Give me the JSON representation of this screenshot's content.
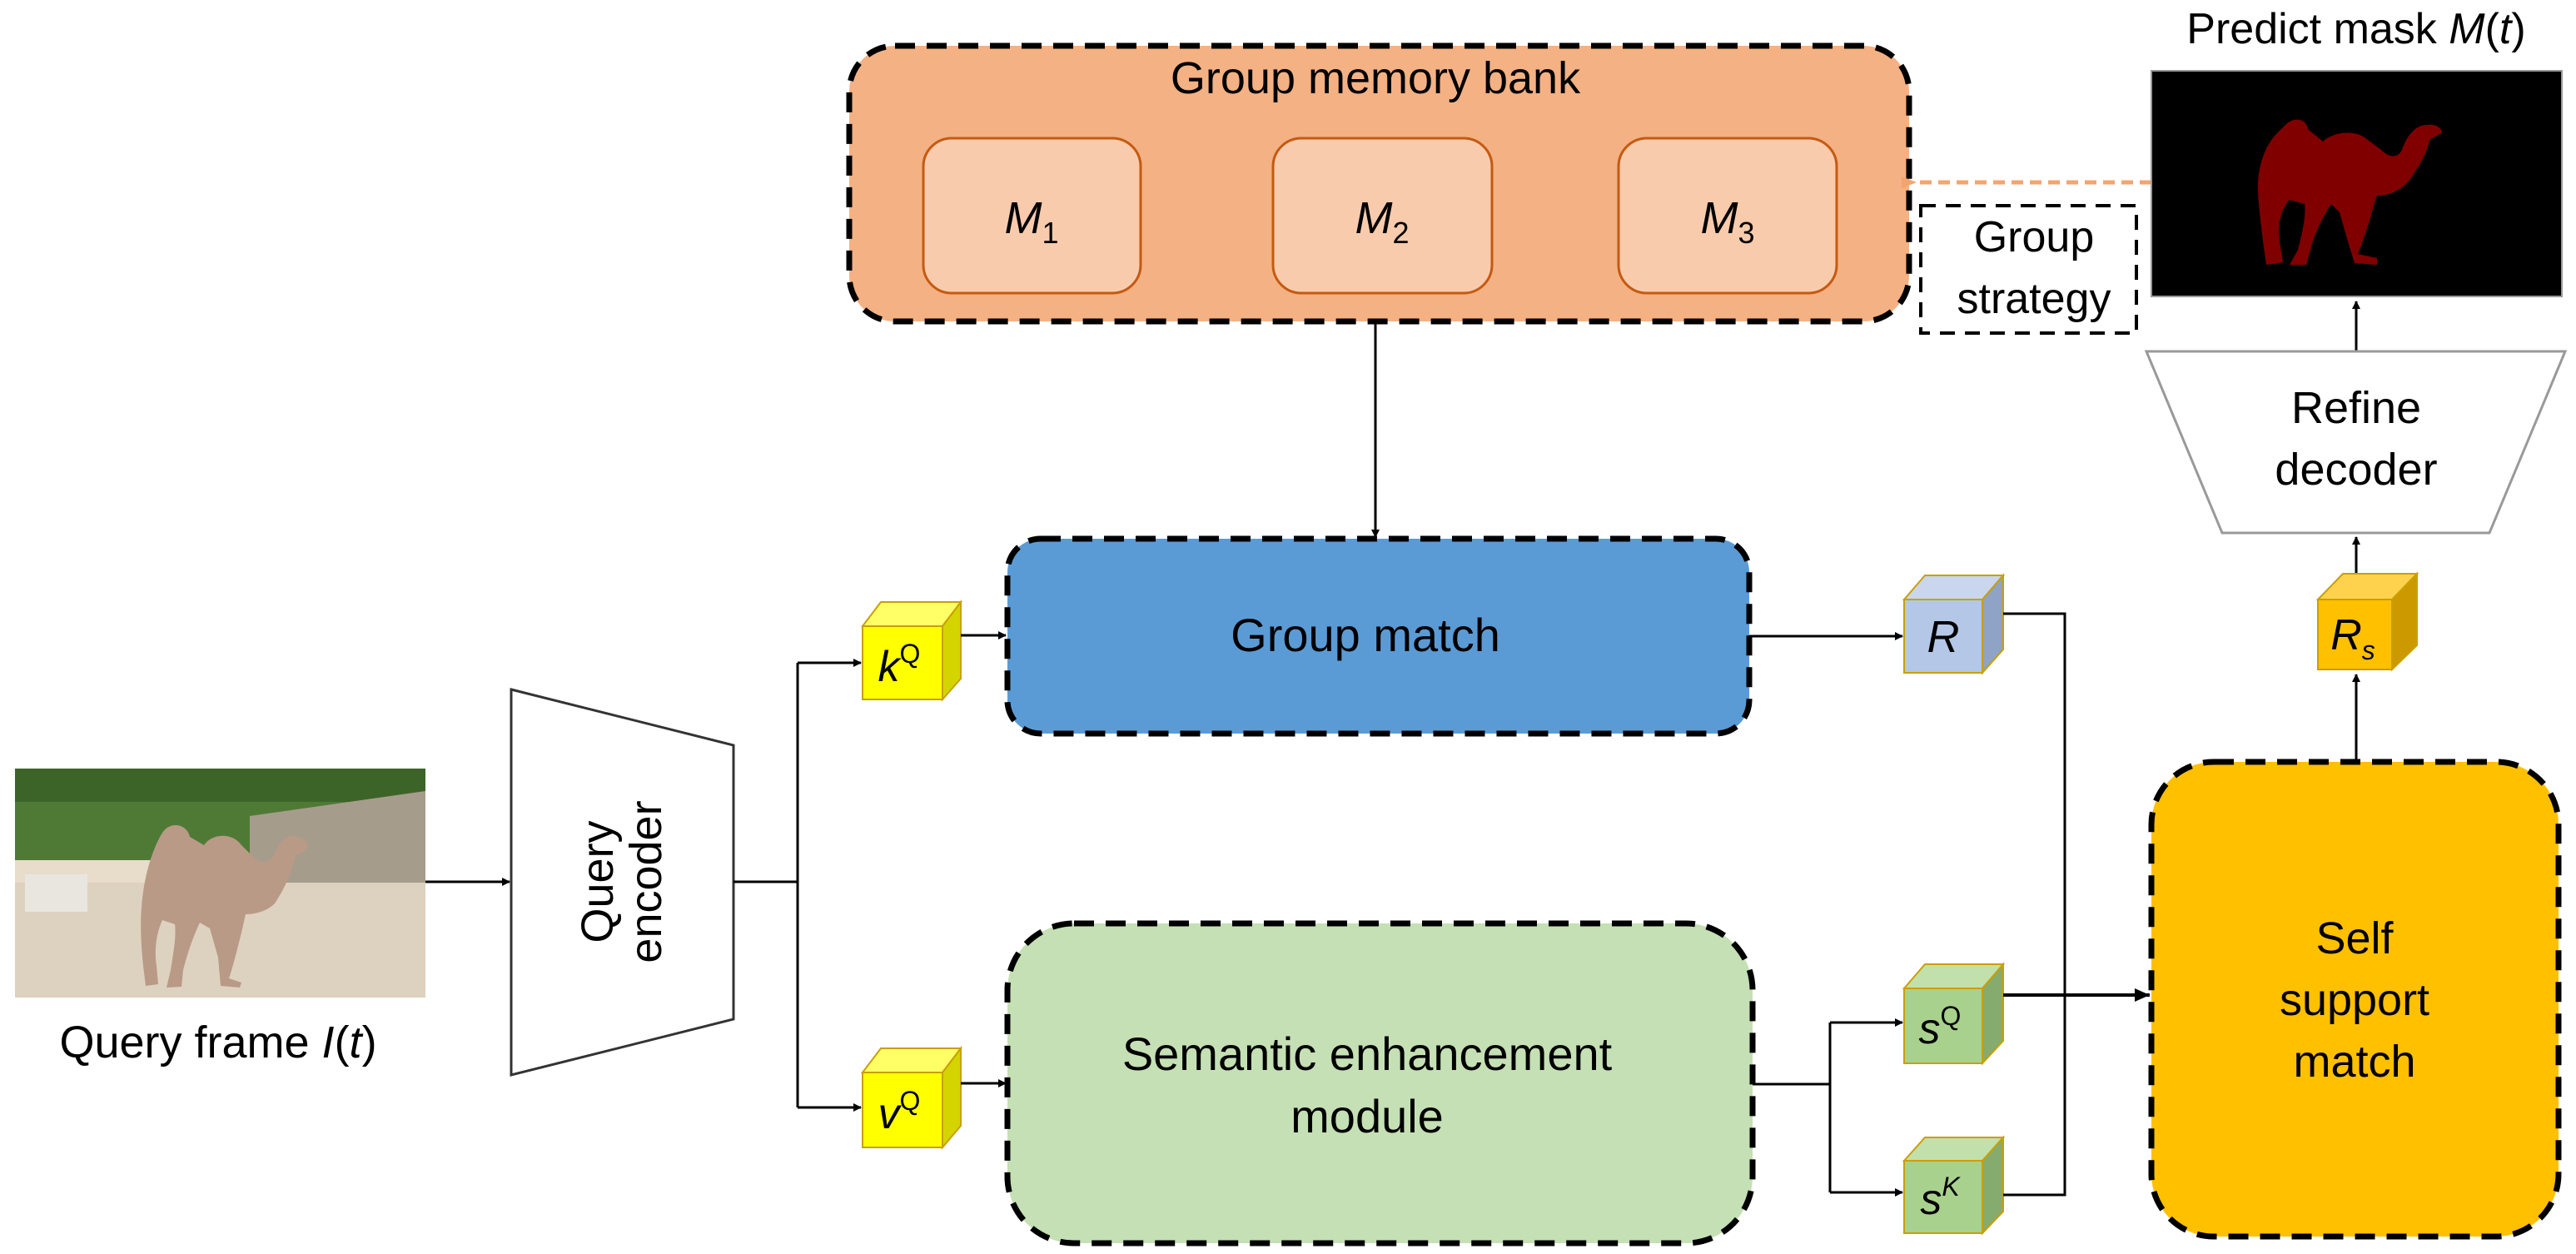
{
  "title": "Group memory bank based video object segmentation pipeline",
  "colors": {
    "memory_bank_fill": "#f4b183",
    "memory_slot_fill": "#f8cbad",
    "memory_slot_stroke": "#c55a11",
    "group_match_fill": "#5b9bd5",
    "semantic_fill": "#c5e0b4",
    "self_support_fill": "#ffc000",
    "key_value_cube": "#ffff00",
    "r_cube": "#b4c7e7",
    "s_cube": "#a9d18e",
    "rs_cube": "#ffc000",
    "mask_bg": "#000000",
    "mask_fg": "#800000",
    "feedback_arrow": "#f4a46e"
  },
  "memory_bank": {
    "label": "Group memory bank",
    "slots": [
      {
        "base": "M",
        "sub": "1"
      },
      {
        "base": "M",
        "sub": "2"
      },
      {
        "base": "M",
        "sub": "3"
      }
    ]
  },
  "group_strategy": {
    "line1": "Group",
    "line2": "strategy"
  },
  "predict_mask": {
    "prefix": "Predict mask ",
    "symbol": "M",
    "open": "(",
    "arg": "t",
    "close": ")"
  },
  "refine_decoder": {
    "line1": "Refine",
    "line2": "decoder"
  },
  "query_frame": {
    "prefix": "Query frame ",
    "symbol": "I",
    "open": "(",
    "arg": "t",
    "close": ")"
  },
  "query_encoder": {
    "line1": "Query",
    "line2": "encoder"
  },
  "group_match": {
    "label": "Group match"
  },
  "semantic_module": {
    "line1": "Semantic enhancement",
    "line2": "module"
  },
  "self_support": {
    "line1": "Self",
    "line2": "support",
    "line3": "match"
  },
  "tensors": {
    "kq": {
      "base": "k",
      "sup": "Q"
    },
    "vq": {
      "base": "v",
      "sup": "Q"
    },
    "r": {
      "base": "R"
    },
    "rs": {
      "base": "R",
      "sub": "s"
    },
    "sq": {
      "base": "s",
      "sup": "Q"
    },
    "sk": {
      "base": "s",
      "sup": "K"
    }
  }
}
